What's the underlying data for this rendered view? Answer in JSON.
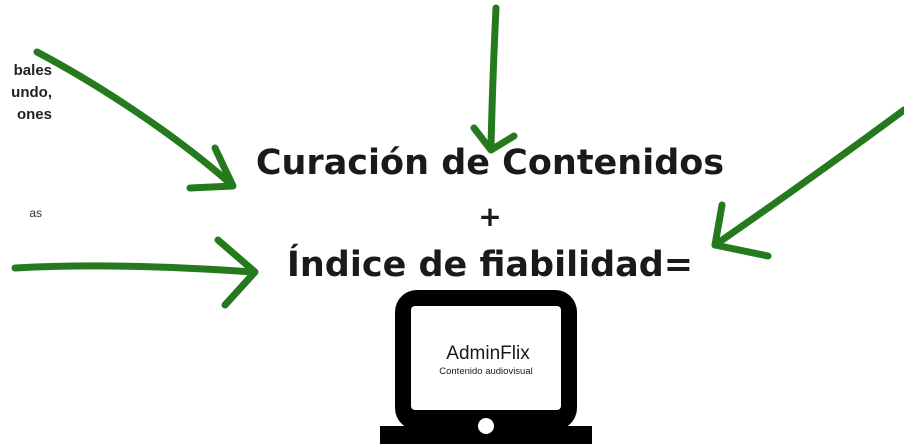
{
  "side_text": {
    "line1": "bales",
    "line2": "undo,",
    "line3": "ones",
    "line4": "as"
  },
  "headline": {
    "line1": "Curación de Contenidos",
    "plus": "+",
    "line2": "Índice de fiabilidad="
  },
  "laptop": {
    "title": "AdminFlix",
    "subtitle": "Contenido audiovisual"
  },
  "colors": {
    "arrow": "#267a1e",
    "laptop": "#000000",
    "text": "#1a1a1a"
  }
}
